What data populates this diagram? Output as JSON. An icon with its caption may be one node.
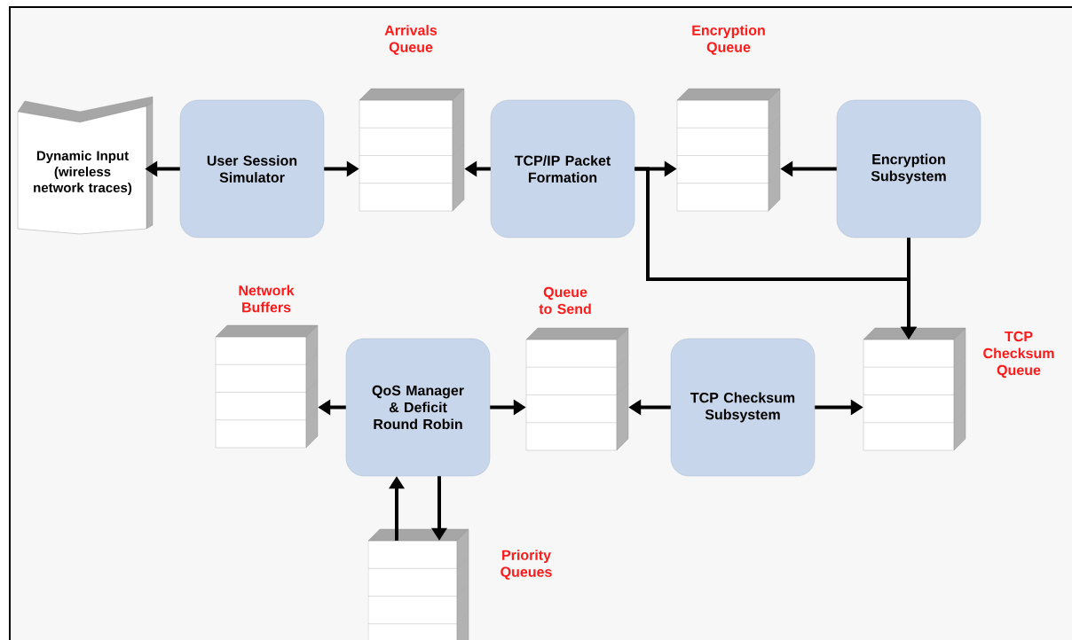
{
  "diagram": {
    "nodes": [
      {
        "text": [
          "Dynamic Input (wireless network traces)"
        ]
      },
      {
        "text": [
          "User Session Simulator"
        ]
      },
      {
        "text": [],
        "shape": "box",
        "beside": [
          "Arrivals Queue"
        ]
      },
      {
        "text": [
          "TCP/IP Packet Formation"
        ]
      },
      {
        "text": [],
        "shape": "box",
        "beside": [
          "Encryption Queue"
        ]
      },
      {
        "text": [
          "Encryption Subsystem"
        ]
      },
      {
        "text": [],
        "shape": "box",
        "beside": [
          "Network Buffers"
        ]
      },
      {
        "text": [
          "QoS Manager & Deficit Round Robin"
        ]
      },
      {
        "text": [],
        "shape": "box",
        "beside": [
          "Queue to Send"
        ]
      },
      {
        "text": [
          "TCP Checksum Subsystem"
        ]
      },
      {
        "text": [],
        "shape": "box",
        "beside": [
          "TCP Checksum Queue"
        ]
      },
      {
        "text": [],
        "shape": "box",
        "beside": [
          "Priority Queues"
        ]
      }
    ],
    "edges": [
      {
        "from": 1,
        "to": 0,
        "arrow": "to"
      },
      {
        "from": 1,
        "to": 2,
        "arrow": "to"
      },
      {
        "from": 3,
        "to": 2,
        "arrow": "to"
      },
      {
        "from": 3,
        "to": 4,
        "arrow": "to"
      },
      {
        "from": 5,
        "to": 4,
        "arrow": "to"
      },
      {
        "from": 3,
        "to": 10,
        "arrow": "to"
      },
      {
        "from": 5,
        "to": 10,
        "arrow": "to"
      },
      {
        "from": 7,
        "to": 6,
        "arrow": "to"
      },
      {
        "from": 7,
        "to": 8,
        "arrow": "to"
      },
      {
        "from": 9,
        "to": 8,
        "arrow": "to"
      },
      {
        "from": 9,
        "to": 10,
        "arrow": "to"
      },
      {
        "from": 11,
        "to": 7,
        "arrow": "to"
      },
      {
        "from": 7,
        "to": 11,
        "arrow": "to"
      }
    ]
  }
}
